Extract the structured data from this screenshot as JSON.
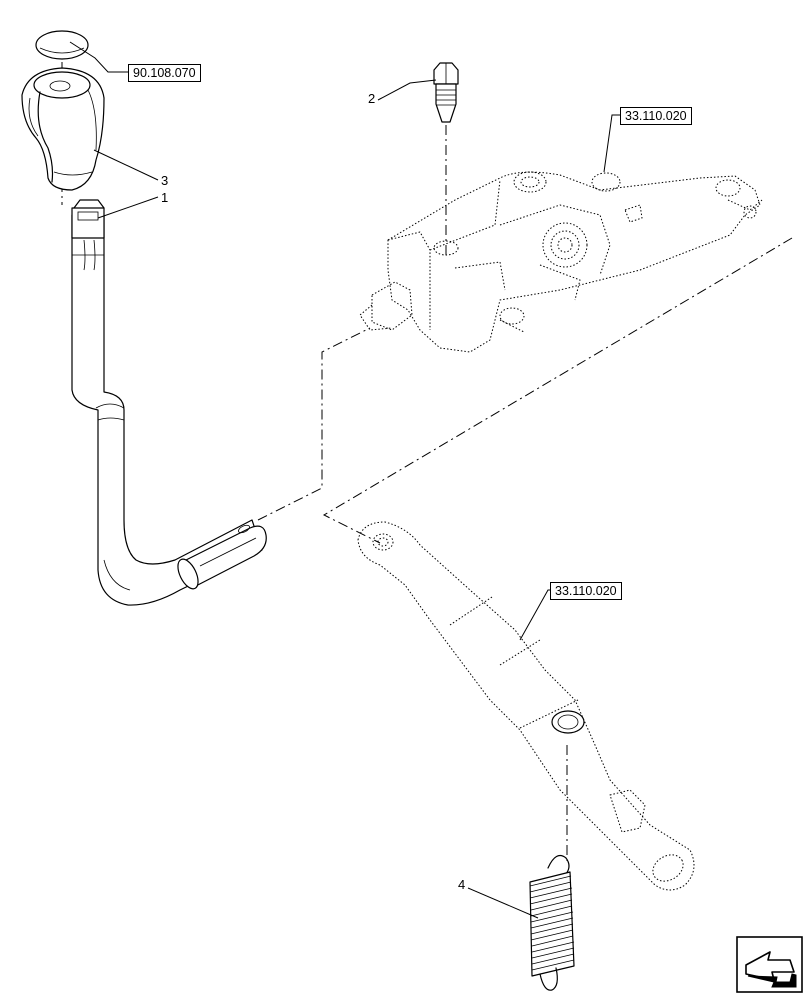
{
  "diagram": {
    "callouts": {
      "item_1": "1",
      "item_2": "2",
      "item_3": "3",
      "item_4": "4"
    },
    "references": {
      "knob_cap_ref": "90.108.070",
      "valve_ref": "33.110.020",
      "arm_ref": "33.110.020"
    },
    "nav_icon": "next-page-arrow-icon"
  }
}
